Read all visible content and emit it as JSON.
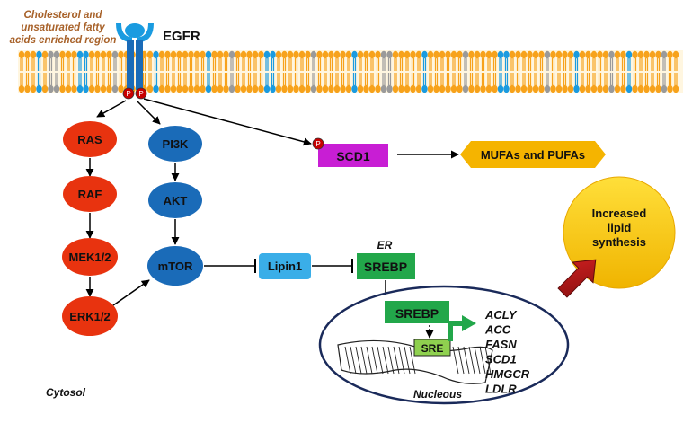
{
  "membrane_note": [
    "Cholesterol and",
    "unsaturated fatty",
    "acids enriched region"
  ],
  "receptor": {
    "label": "EGFR",
    "phospho": "P"
  },
  "mapk_path": [
    "RAS",
    "RAF",
    "MEK1/2",
    "ERK1/2"
  ],
  "pi3k_path": [
    "PI3K",
    "AKT",
    "mTOR"
  ],
  "lipin": "Lipin1",
  "er_label": "ER",
  "srebp_er": "SREBP",
  "scd1": {
    "label": "SCD1",
    "phospho": "P"
  },
  "mufas": "MUFAs and PUFAs",
  "increased": [
    "Increased",
    "lipid",
    "synthesis"
  ],
  "nucleus": {
    "label": "Nucleous",
    "srebp": "SREBP",
    "sre": "SRE",
    "genes": [
      "ACLY",
      "ACC",
      "FASN",
      "SCD1",
      "HMGCR",
      "LDLR"
    ]
  },
  "cytosol": "Cytosol",
  "colors": {
    "red_node": "#e8330f",
    "blue_node": "#1a6bb8",
    "lipin": "#3aaee8",
    "srebp": "#22a74a",
    "sre": "#8fd14f",
    "scd1": "#c81ed4",
    "mufa": "#f5b400",
    "increased": "#f2c200",
    "membrane_head": "#f7a21b",
    "membrane_blue": "#1a9be0",
    "note_text": "#a8622a"
  }
}
